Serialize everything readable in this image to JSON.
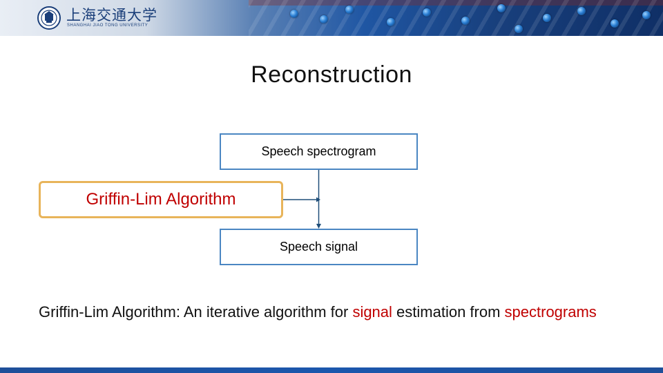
{
  "header": {
    "logo_cn": "上海交通大学",
    "logo_en": "SHANGHAI JIAO TONG UNIVERSITY"
  },
  "slide": {
    "title": "Reconstruction"
  },
  "diagram": {
    "nodes": {
      "spectrogram": "Speech spectrogram",
      "algorithm": "Griffin-Lim Algorithm",
      "signal": "Speech signal"
    }
  },
  "caption": {
    "part1": "Griffin-Lim Algorithm: An iterative algorithm for ",
    "highlight1": "signal",
    "part2": " estimation from ",
    "highlight2": "spectrograms"
  },
  "colors": {
    "accent_red": "#c00000",
    "box_border": "#4a86c2",
    "algorithm_border": "#e8b45a",
    "arrow": "#1f4e79"
  }
}
